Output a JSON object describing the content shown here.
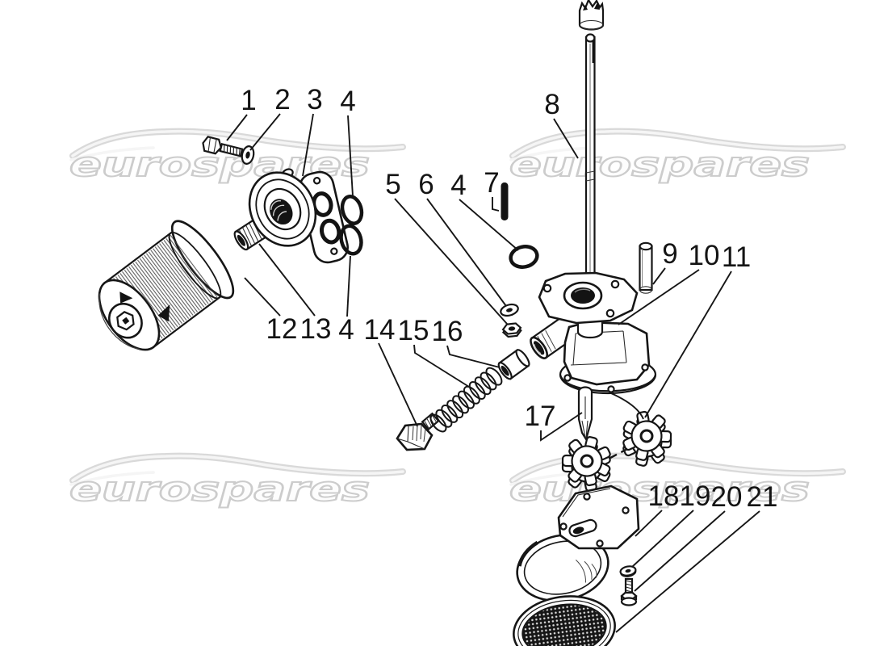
{
  "watermark": {
    "text": "eurospares"
  },
  "callouts": [
    "1",
    "2",
    "3",
    "4",
    "5",
    "6",
    "4",
    "7",
    "8",
    "9",
    "10",
    "11",
    "12",
    "13",
    "4",
    "14",
    "15",
    "16",
    "17",
    "18",
    "19",
    "20",
    "21"
  ],
  "colors": {
    "background": "#ffffff",
    "line_art": "#161616",
    "watermark_gray": "#d6d6d6"
  }
}
